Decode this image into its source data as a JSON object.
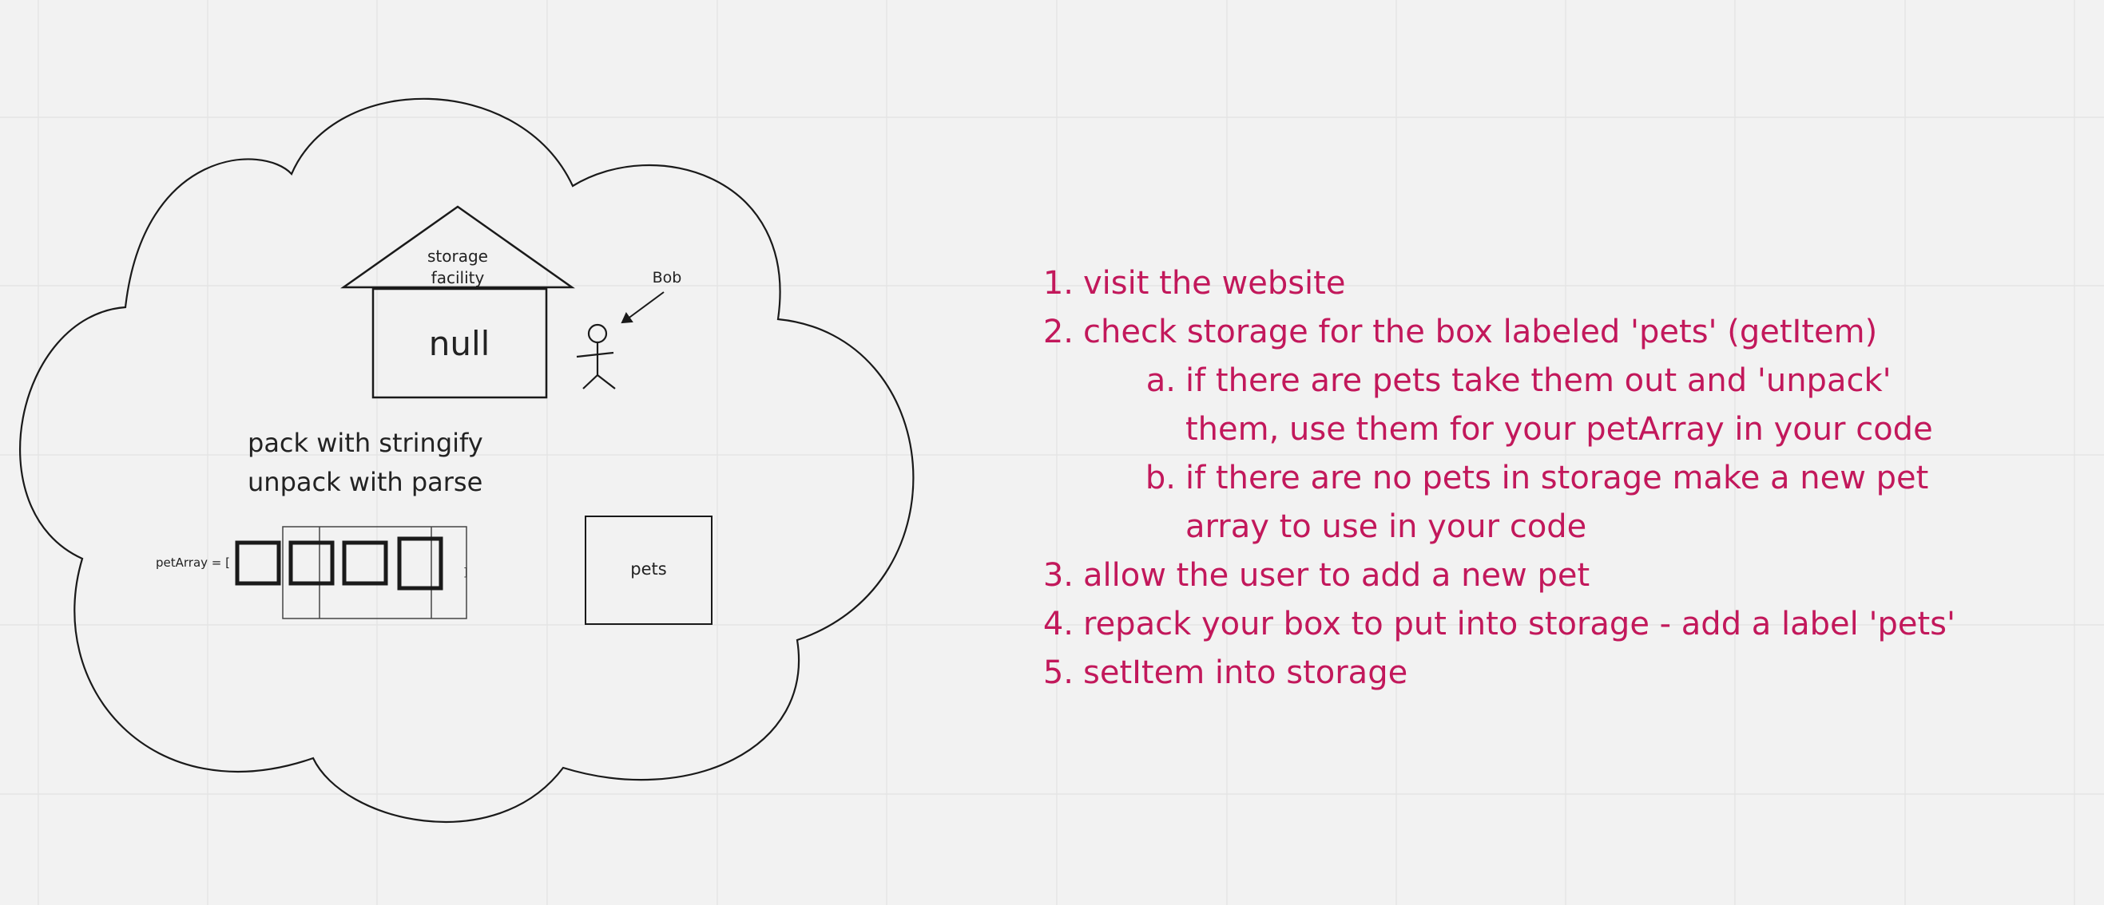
{
  "diagram": {
    "house_label": "storage facility",
    "house_value": "null",
    "person_label": "Bob",
    "pack_lines": [
      "pack with stringify",
      "unpack with parse"
    ],
    "array_prefix": "petArray = [",
    "array_suffix": "]",
    "box_label": "pets",
    "colors": {
      "background": "#f2f2f2",
      "grid": "#e3e3e3",
      "stroke": "#1a1a1a",
      "steps": "#c2185b"
    }
  },
  "steps": [
    {
      "num": "1.",
      "text": "visit the website"
    },
    {
      "num": "2.",
      "text": "check storage for the box labeled 'pets' (getItem)",
      "sub": [
        {
          "num": "a.",
          "text": "if there are pets take them out and 'unpack' them, use them for your petArray in your code"
        },
        {
          "num": "b.",
          "text": "if there are no pets in storage make a new pet array to use in your code"
        }
      ]
    },
    {
      "num": "3.",
      "text": "allow the user to add a new pet"
    },
    {
      "num": "4.",
      "text": "repack your box to put into storage - add a label 'pets'"
    },
    {
      "num": "5.",
      "text": "setItem into storage"
    }
  ]
}
